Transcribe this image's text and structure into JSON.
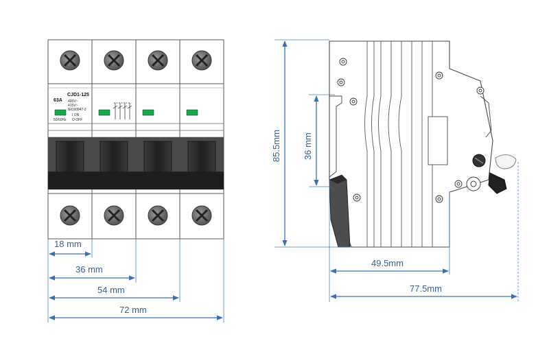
{
  "front_view": {
    "rating": "63A",
    "model": "CJD1-125",
    "voltage_1": "400V~",
    "voltage_2": "415V~",
    "standard": "IEC60947-2",
    "frequency": "50/60Hz",
    "on_label": "I ON",
    "off_label": "O OFF",
    "dim_pole": "18 mm",
    "dim_2pole": "36 mm",
    "dim_3pole": "54 mm",
    "dim_4pole": "72 mm"
  },
  "side_view": {
    "dim_height": "85.5mm",
    "dim_rail": "36 mm",
    "dim_depth_body": "49.5mm",
    "dim_depth_total": "77.5mm"
  },
  "colors": {
    "dimension_blue": "#3b6fb0",
    "handle_dark": "#2b2b2b",
    "indicator_green": "#1aa84a"
  }
}
